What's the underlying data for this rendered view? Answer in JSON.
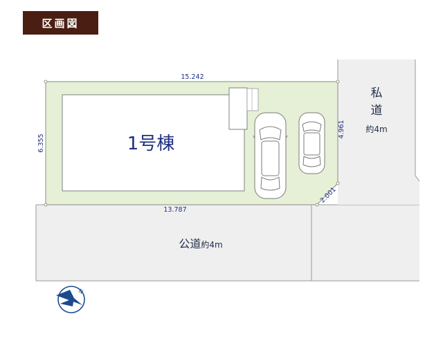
{
  "header": {
    "title": "区画図"
  },
  "plan": {
    "building_label": "1号棟",
    "dims": {
      "top": "15.242",
      "left": "6.355",
      "bottom": "13.787",
      "right": "4.961",
      "corner": "2.001"
    },
    "private_road": {
      "line1": "私",
      "line2": "道",
      "width": "約4m"
    },
    "public_road": {
      "name": "公道",
      "width": "約4m"
    },
    "compass_mark": "N"
  },
  "colors": {
    "header_bg": "#4a1e12",
    "lot_fill": "#e5f0d6",
    "road_fill": "#efefef",
    "label_blue": "#1f2f82",
    "compass_blue": "#1c4a8e"
  }
}
